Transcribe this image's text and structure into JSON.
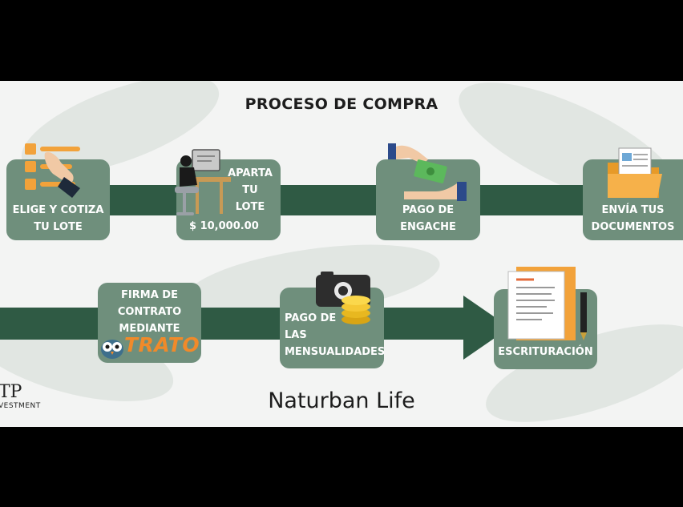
{
  "title": "PROCESO DE COMPRA",
  "footer_brand": "Naturban Life",
  "logo": {
    "mark": "TP",
    "text": "VESTMENT"
  },
  "steps": {
    "elige": "ELIGE Y COTIZA\nTU LOTE",
    "aparta": "APARTA\nTU\nLOTE",
    "aparta_amount": "$ 10,000.00",
    "pago_enganche": "PAGO DE\nENGACHE",
    "documentos": "ENVÍA TUS\nDOCUMENTOS",
    "firma": "FIRMA DE\nCONTRATO\nMEDIANTE",
    "trato_logo": "TRATO",
    "mensualidades": "PAGO DE\nLAS\nMENSUALIDADES",
    "escrituracion": "ESCRITURACIÓN"
  },
  "colors": {
    "band": "#2f5a44",
    "card": "#6f8f7c",
    "accent_orange": "#f2a23a",
    "trato_orange": "#f08a2a"
  },
  "icons": [
    "checklist-hand-icon",
    "person-at-desk-icon",
    "money-handover-icon",
    "folder-documents-icon",
    "trato-owl-icon",
    "camera-coins-icon",
    "document-pen-icon"
  ]
}
